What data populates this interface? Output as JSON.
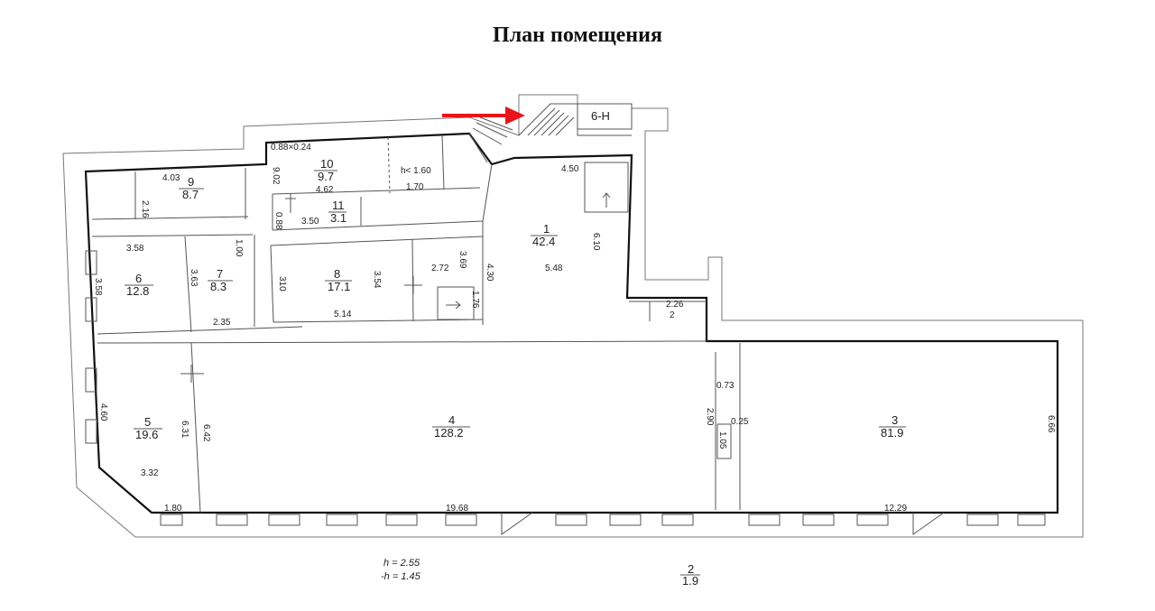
{
  "title": "План помещения",
  "arrow_color": "#e8141b",
  "stair_label": "6-Н",
  "rooms": [
    {
      "id": "r1",
      "number": "1",
      "area": "42.4"
    },
    {
      "id": "r2",
      "number": "2",
      "area": "1.9"
    },
    {
      "id": "r3",
      "number": "3",
      "area": "81.9"
    },
    {
      "id": "r4",
      "number": "4",
      "area": "128.2"
    },
    {
      "id": "r5",
      "number": "5",
      "area": "19.6"
    },
    {
      "id": "r6",
      "number": "6",
      "area": "12.8"
    },
    {
      "id": "r7",
      "number": "7",
      "area": "8.3"
    },
    {
      "id": "r8",
      "number": "8",
      "area": "17.1"
    },
    {
      "id": "r9",
      "number": "9",
      "area": "8.7"
    },
    {
      "id": "r10",
      "number": "10",
      "area": "9.7"
    },
    {
      "id": "r11",
      "number": "11",
      "area": "3.1"
    }
  ],
  "dimensions": [
    "0.88×0.24",
    "4.03",
    "2.16",
    "9.02",
    "4.62",
    "h< 1.60",
    "1.70",
    "0.88",
    "3.50",
    "4.50",
    "3.58",
    "1.00",
    "3.58",
    "3.63",
    "2.35",
    "310",
    "3.54",
    "5.14",
    "2.72",
    "3.69",
    "4.30",
    "1.76",
    "6.10",
    "5.48",
    "2.26",
    "2",
    "0.73",
    "2.90",
    "1.05",
    "0.25",
    "6.66",
    "4.60",
    "6.31",
    "6.42",
    "3.32",
    "1.80",
    "19.68",
    "12.29"
  ],
  "notes": {
    "h": "h = 2.55",
    "h_low": "-h = 1.45"
  }
}
